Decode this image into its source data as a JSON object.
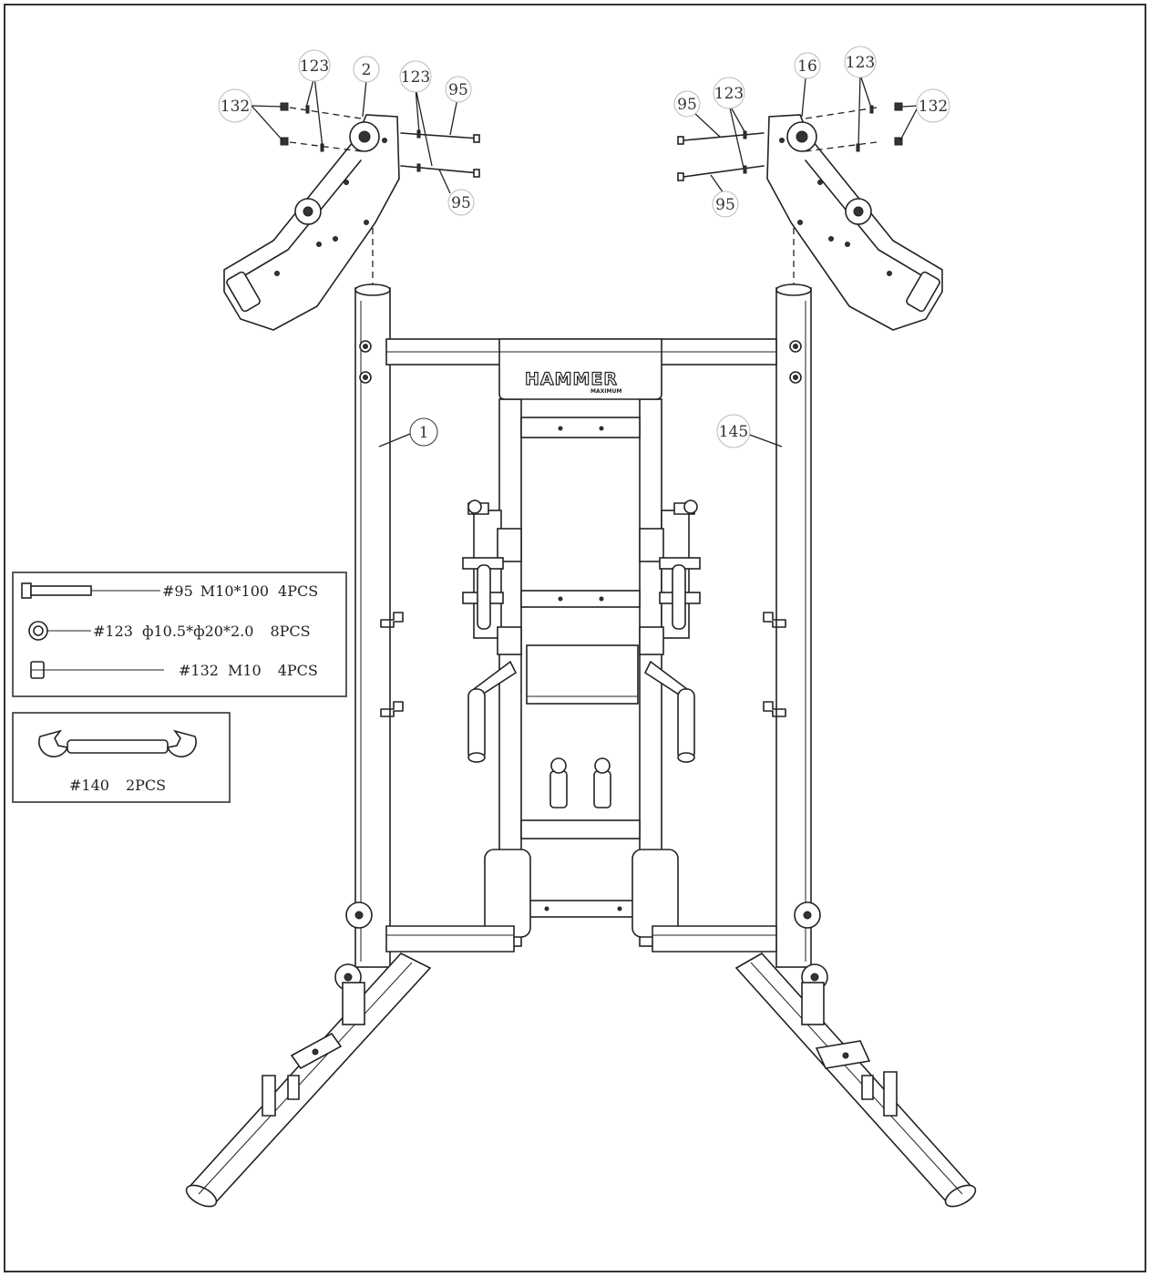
{
  "brand": {
    "logo": "HAMMER",
    "sub": "MAXIMUM"
  },
  "callouts": [
    {
      "id": "c-123-a",
      "label": "123"
    },
    {
      "id": "c-2",
      "label": "2"
    },
    {
      "id": "c-123-b",
      "label": "123"
    },
    {
      "id": "c-95-a",
      "label": "95"
    },
    {
      "id": "c-132-a",
      "label": "132"
    },
    {
      "id": "c-95-b",
      "label": "95"
    },
    {
      "id": "c-16",
      "label": "16"
    },
    {
      "id": "c-123-c",
      "label": "123"
    },
    {
      "id": "c-123-d",
      "label": "123"
    },
    {
      "id": "c-95-c",
      "label": "95"
    },
    {
      "id": "c-132-b",
      "label": "132"
    },
    {
      "id": "c-95-d",
      "label": "95"
    },
    {
      "id": "c-1",
      "label": "1"
    },
    {
      "id": "c-145",
      "label": "145"
    }
  ],
  "hardware": [
    {
      "part": "#95",
      "spec": "M10*100",
      "qty": "4PCS",
      "icon": "bolt-icon"
    },
    {
      "part": "#123",
      "spec": "ф10.5*ф20*2.0",
      "qty": "8PCS",
      "icon": "washer-icon"
    },
    {
      "part": "#132",
      "spec": "M10",
      "qty": "4PCS",
      "icon": "nut-icon"
    }
  ],
  "tool": {
    "part": "#140",
    "qty": "2PCS",
    "icon": "wrench-icon"
  }
}
